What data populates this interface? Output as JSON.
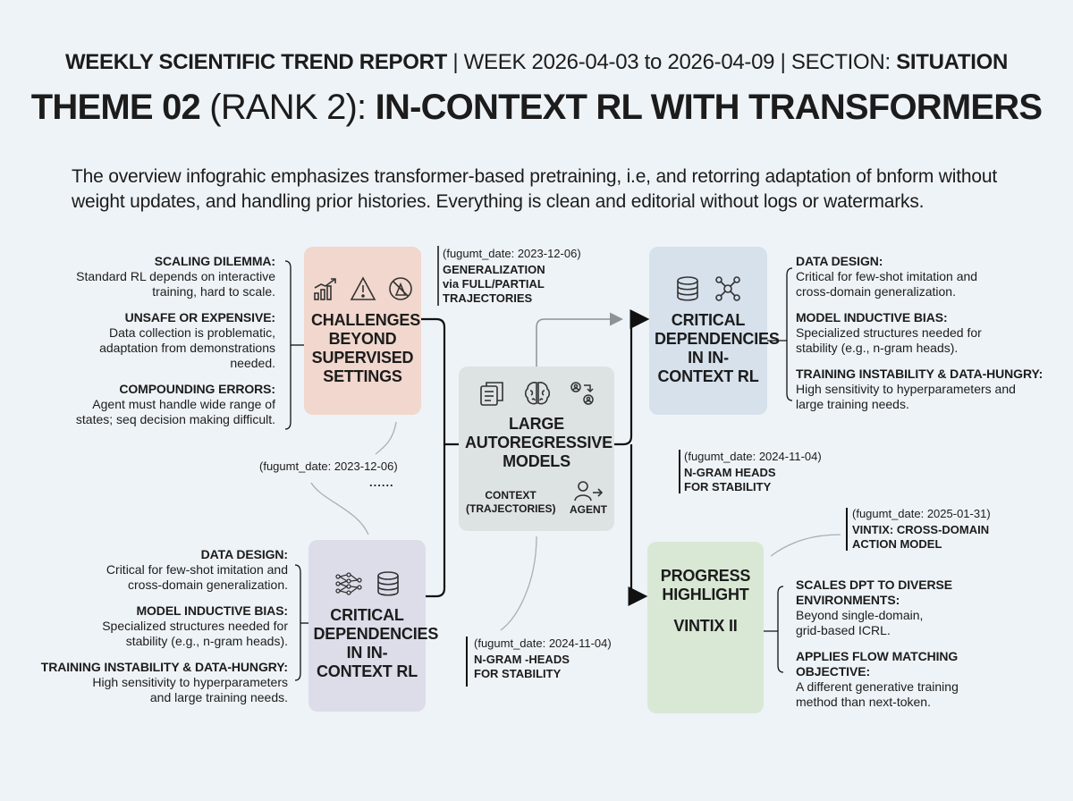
{
  "header": {
    "report": "WEEKLY SCIENTIFIC TREND REPORT",
    "week": "| WEEK 2026-04-03 to 2026-04-09 | SECTION: ",
    "section": "SITUATION"
  },
  "title": {
    "prefix": "THEME 02",
    "rank": " (RANK 2): ",
    "topic": "IN-CONTEXT RL WITH TRANSFORMERS"
  },
  "intro": "The overview infograhic emphasizes transformer-based pretraining, i.e, and retorring adaptation of bnform without weight updates, and handling prior histories. Everything is clean and editorial without logs or watermarks.",
  "challenges": {
    "title": "CHALLENGES BEYOND SUPERVISED SETTINGS",
    "icons": [
      "growth-chart-icon",
      "warning-icon",
      "no-hazard-icon"
    ],
    "notes": [
      {
        "heading": "SCALING DILEMMA:",
        "text": "Standard RL depends on interactive training, hard to scale."
      },
      {
        "heading": "UNSAFE OR EXPENSIVE:",
        "text": "Data collection is problematic, adaptation from demonstrations needed."
      },
      {
        "heading": "COMPOUNDING ERRORS:",
        "text": "Agent must handle wide range of states; seq decision making difficult."
      }
    ]
  },
  "generalization": {
    "date": "(fugumt_date: 2023-12-06)",
    "heading": "GENERALIZATION",
    "text": "via FULL/PARTIAL TRAJECTORIES"
  },
  "loose_date": "(fugumt_date: 2023-12-06)",
  "loose_dots": "......",
  "center": {
    "title": "LARGE AUTOREGRESSIVE MODELS",
    "context_label": "CONTEXT (TRAJECTORIES)",
    "agent_label": "AGENT",
    "icons": [
      "documents-icon",
      "brain-icon",
      "agent-exchange-icon",
      "agent-icon"
    ]
  },
  "deps_top": {
    "title": "CRITICAL DEPENDENCIES IN IN-CONTEXT RL",
    "icons": [
      "database-icon",
      "network-icon"
    ],
    "notes": [
      {
        "heading": "DATA DESIGN:",
        "text": "Critical for few-shot imitation and cross-domain generalization."
      },
      {
        "heading": "MODEL INDUCTIVE BIAS:",
        "text": "Specialized structures needed for stability (e.g., n-gram heads)."
      },
      {
        "heading": "TRAINING INSTABILITY & DATA-HUNGRY:",
        "text": "High sensitivity to hyperparameters and large training needs."
      }
    ]
  },
  "ngram_right": {
    "date": "(fugumt_date: 2024-11-04)",
    "text": "N-GRAM HEADS FOR STABILITY"
  },
  "deps_bottom": {
    "title": "CRITICAL DEPENDENCIES IN IN-CONTEXT RL",
    "icons": [
      "neural-net-icon",
      "database-icon"
    ],
    "notes": [
      {
        "heading": "DATA DESIGN:",
        "text": "Critical for few-shot imitation and cross-domain generalization."
      },
      {
        "heading": "MODEL INDUCTIVE BIAS:",
        "text": "Specialized structures needed for stability (e.g., n-gram heads)."
      },
      {
        "heading": "TRAINING INSTABILITY & DATA-HUNGRY:",
        "text": "High sensitivity to hyperparameters and large training needs."
      }
    ]
  },
  "ngram_bottom": {
    "date": "(fugumt_date: 2024-11-04)",
    "text": "N-GRAM -HEADS FOR STABILITY"
  },
  "progress": {
    "title": "PROGRESS HIGHLIGHT",
    "subtitle": "VINTIX II",
    "date": "(fugumt_date: 2025-01-31)",
    "tag": "VINTIX: CROSS-DOMAIN ACTION MODEL",
    "notes": [
      {
        "heading": "SCALES DPT TO DIVERSE ENVIRONMENTS:",
        "text": "Beyond single-domain, grid-based ICRL."
      },
      {
        "heading": "APPLIES FLOW MATCHING OBJECTIVE:",
        "text": "A different generative training method than next-token."
      }
    ]
  },
  "colors": {
    "background": "#eef3f7",
    "challenges_box": "#f1d7cd",
    "center_box": "#dde3e2",
    "deps_top_box": "#d6e1ec",
    "deps_bottom_box": "#dcdde9",
    "progress_box": "#d9e8d5",
    "connector": "#111111",
    "faint_connector": "#a9b0b4"
  }
}
